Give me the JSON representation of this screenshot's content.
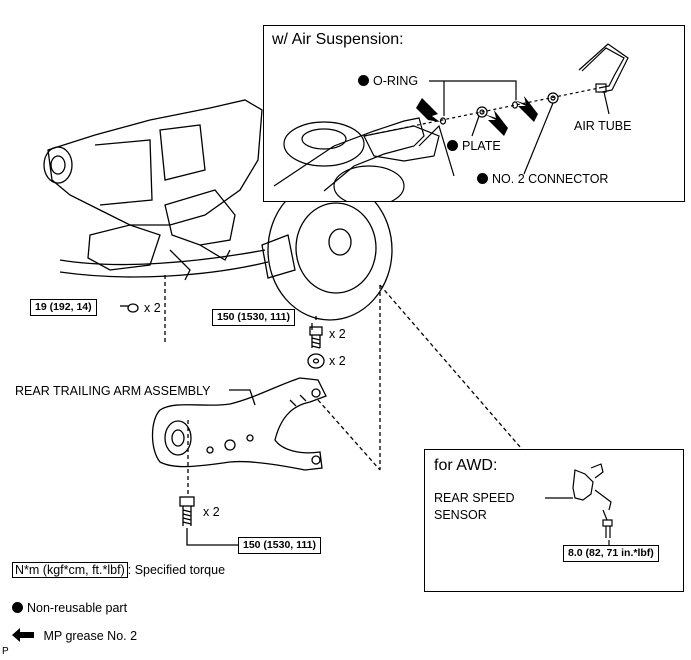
{
  "air_suspension": {
    "title": "w/ Air Suspension:",
    "o_ring": "O-RING",
    "air_tube": "AIR TUBE",
    "plate": "PLATE",
    "connector": "NO. 2 CONNECTOR"
  },
  "main": {
    "torque_19": "19 (192, 14)",
    "x2_bolt19": "x 2",
    "torque_150_top": "150 (1530, 111)",
    "x2_top_bolt": "x 2",
    "x2_washer": "x 2",
    "arm_label": "REAR TRAILING ARM ASSEMBLY",
    "x2_bottom_bolt": "x 2",
    "torque_150_bottom": "150 (1530, 111)"
  },
  "awd": {
    "title": "for AWD:",
    "sensor_line1": "REAR SPEED",
    "sensor_line2": "SENSOR",
    "torque": "8.0 (82, 71 in.*lbf)"
  },
  "legend": {
    "torque_unit": "N*m (kgf*cm, ft.*lbf)",
    "torque_text": ": Specified torque",
    "non_reusable": "Non-reusable part",
    "grease": "MP grease No. 2"
  },
  "corner_mark": "P"
}
